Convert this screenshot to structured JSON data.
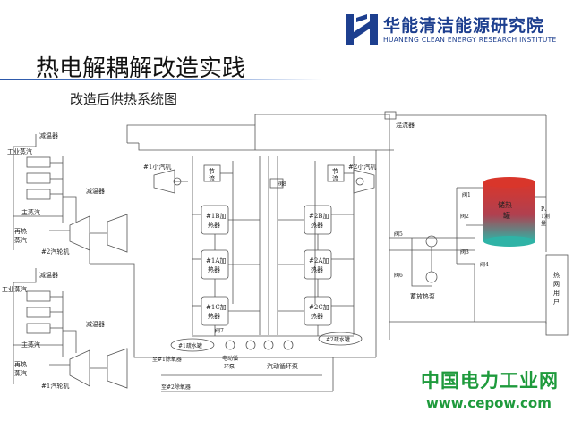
{
  "org": {
    "name_cn": "华能清洁能源研究院",
    "name_en": "HUANENG CLEAN ENERGY RESEARCH INSTITUTE"
  },
  "slide": {
    "title": "热电解耦解改造实践",
    "subtitle": "改造后供热系统图"
  },
  "diagram": {
    "labels": {
      "desuperheater_a1": "减温器",
      "industrial_steam_a": "工业蒸汽",
      "desuperheater_a2": "减温器",
      "main_steam_a": "主蒸汽",
      "reheat_a_1": "再热",
      "reheat_a_2": "蒸汽",
      "unit2": "#2汽轮机",
      "desuperheater_b1": "减温器",
      "industrial_steam_b": "工业蒸汽",
      "desuperheater_b2": "减温器",
      "main_steam_b": "主蒸汽",
      "reheat_b_1": "再热",
      "reheat_b_2": "蒸汽",
      "unit1": "#1汽轮机",
      "small_turbine1": "#1小汽机",
      "small_turbine2": "#2小汽机",
      "throttle_1": "节",
      "throttle_2": "流",
      "valve8": "阀8",
      "h1b_1": "#1B加",
      "h1b_2": "热器",
      "h1a_1": "#1A加",
      "h1a_2": "热器",
      "h1c_1": "#1C加",
      "h1c_2": "热器",
      "h2b_1": "#2B加",
      "h2b_2": "热器",
      "h2a_1": "#2A加",
      "h2a_2": "热器",
      "h2c_1": "#2C加",
      "h2c_2": "热器",
      "valve7": "阀7",
      "drain1": "#1疏水罐",
      "drain2": "#2疏水罐",
      "to_deaerator1": "至#1除氧器",
      "to_deaerator2": "至#2除氧器",
      "elec_pump_1": "电动循",
      "elec_pump_2": "环泵",
      "steam_pump": "汽动循环泵",
      "mixer": "混流器",
      "storage_1": "储热",
      "storage_2": "罐",
      "valve1": "阀1",
      "valve2": "阀2",
      "valve3": "阀3",
      "valve4": "阀4",
      "valve5": "阀5",
      "valve6": "阀6",
      "pt_1": "P、",
      "pt_2": "T测",
      "pt_3": "量",
      "release_pump": "蓄放热泵",
      "users_1": "热",
      "users_2": "网",
      "users_3": "用",
      "users_4": "户"
    }
  },
  "watermark": {
    "site_cn": "中国电力工业网",
    "url": "www.cepow.com"
  },
  "colors": {
    "brand_blue": "#1d3f8f",
    "watermark_green": "#1e9a3c",
    "tank_top": "#d9362b",
    "tank_bottom": "#2fb3a6"
  }
}
